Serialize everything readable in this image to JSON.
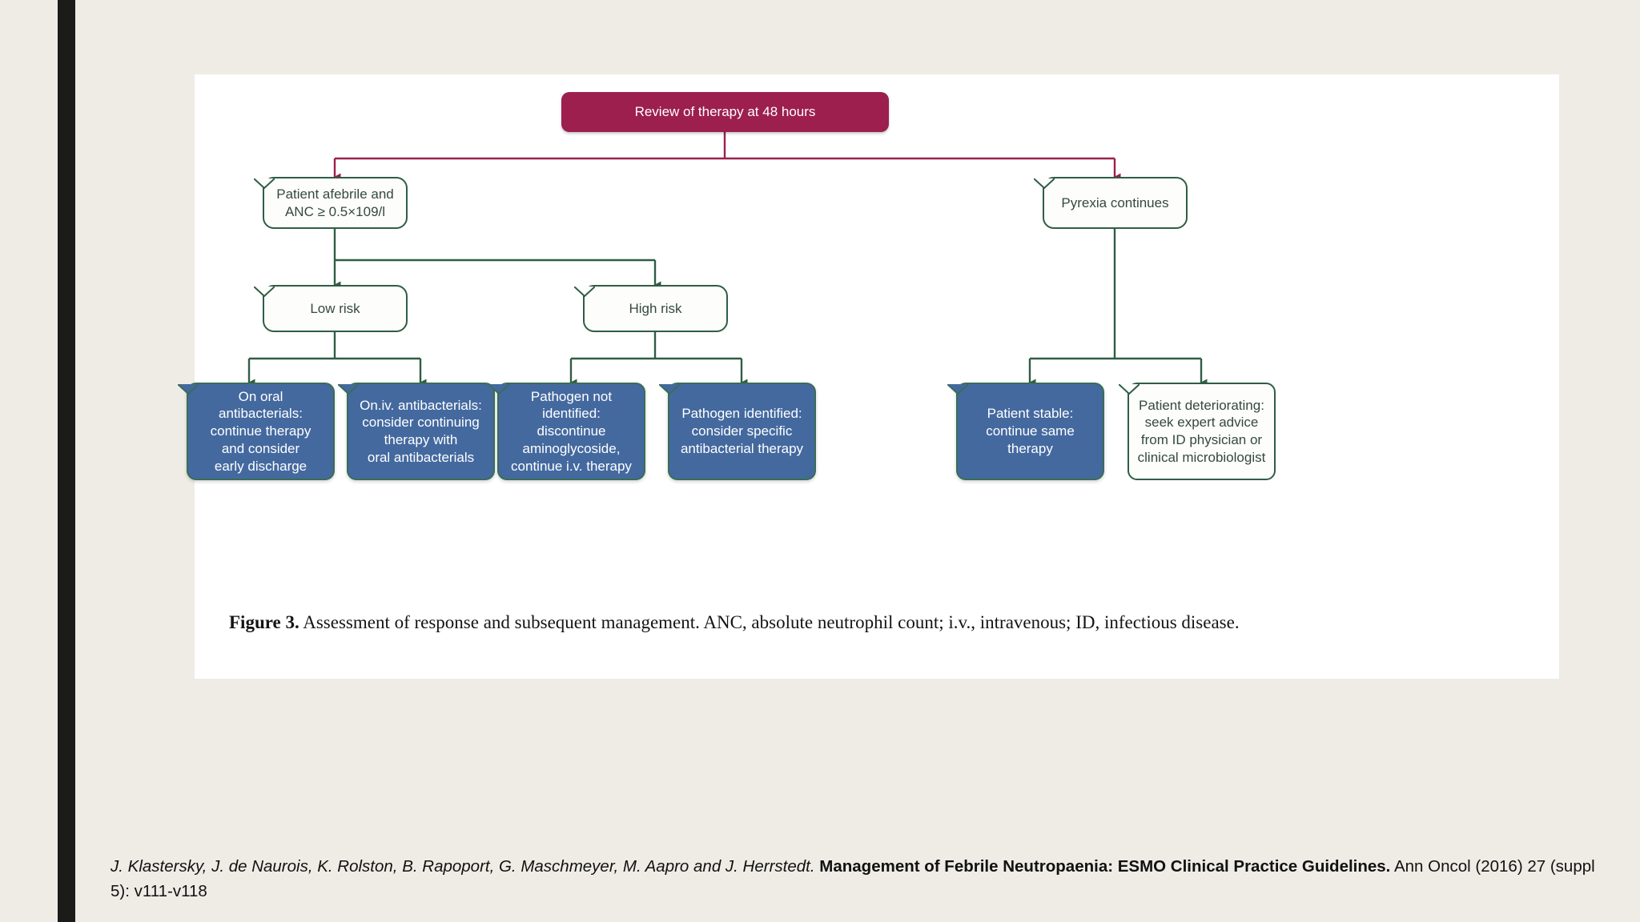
{
  "figure": {
    "root": {
      "label": "Review of therapy at 48 hours",
      "color": "#9c1f4e"
    },
    "branches": [
      {
        "label": "Patient afebrile and\nANC ≥ 0.5×109/l"
      },
      {
        "label": "Pyrexia continues"
      }
    ],
    "risk_levels": [
      {
        "label": "Low risk"
      },
      {
        "label": "High risk"
      }
    ],
    "outcomes": [
      {
        "label": "On oral antibacterials:\ncontinue therapy\nand consider\nearly discharge",
        "style": "blue"
      },
      {
        "label": "On.iv. antibacterials:\nconsider continuing\ntherapy with\noral antibacterials",
        "style": "blue"
      },
      {
        "label": "Pathogen not identified:\ndiscontinue\naminoglycoside,\ncontinue i.v. therapy",
        "style": "blue"
      },
      {
        "label": "Pathogen identified:\nconsider specific\nantibacterial therapy",
        "style": "blue"
      },
      {
        "label": "Patient stable:\ncontinue same therapy",
        "style": "blue"
      },
      {
        "label": "Patient deteriorating:\nseek expert advice\nfrom ID physician or\nclinical microbiologist",
        "style": "outline"
      }
    ],
    "caption": {
      "label": "Figure 3.",
      "text": "Assessment of response and subsequent management. ANC, absolute neutrophil count; i.v., intravenous; ID, infectious disease."
    },
    "colors": {
      "root_fill": "#9c1f4e",
      "connector_magenta": "#9c1f4e",
      "connector_green": "#2f5d45",
      "node_blue_fill": "#44699f",
      "node_outline_stroke": "#2f5d45",
      "card_background": "#ffffff",
      "page_background": "#efece6"
    }
  },
  "citation": {
    "authors": "J. Klastersky, J. de Naurois, K. Rolston, B. Rapoport, G. Maschmeyer, M. Aapro and J. Herrstedt.",
    "title": "Management of Febrile Neutropaenia: ESMO Clinical Practice Guidelines.",
    "source": "Ann Oncol (2016) 27 (suppl 5): v111-v118"
  }
}
